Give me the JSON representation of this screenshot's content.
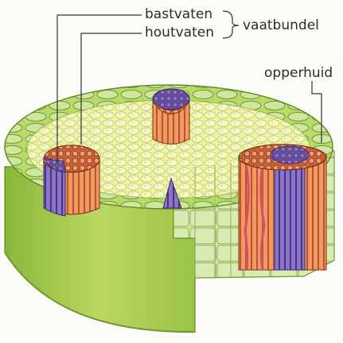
{
  "labels": {
    "bastvaten": "bastvaten",
    "houtvaten": "houtvaten",
    "vaatbundel": "vaatbundel",
    "opperhuid": "opperhuid"
  },
  "colors": {
    "background": "#fdfcf8",
    "outer_wall": "#a9cd4e",
    "epidermis": "#cfe6a0",
    "pith": "#eef3a6",
    "phloem": "#7a5fb0",
    "xylem": "#e88a5a",
    "cut_face": "#cfe3a0"
  }
}
